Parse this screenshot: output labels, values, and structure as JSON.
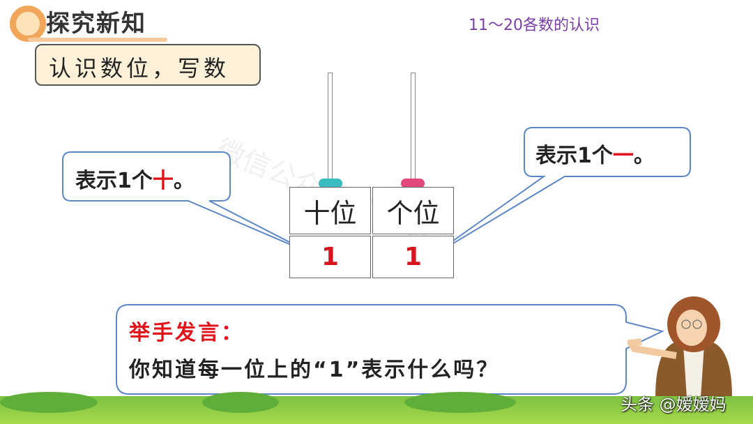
{
  "header": {
    "title": "探究新知",
    "subtitle": "认识数位，写数",
    "topic": "11～20各数的认识"
  },
  "abacus": {
    "tens_label": "十位",
    "ones_label": "个位",
    "tens_digit": "1",
    "ones_digit": "1",
    "tens_bead_color": "#3bbcc0",
    "ones_bead_color": "#e2487a"
  },
  "bubbles": {
    "left": {
      "prefix": "表示1个",
      "highlight": "十",
      "suffix": "。"
    },
    "right": {
      "prefix": "表示1个",
      "highlight": "一",
      "suffix": "。"
    },
    "bottom": {
      "heading": "举手发言：",
      "question": "你知道每一位上的“1”表示什么吗？"
    }
  },
  "watermarks": {
    "center": "微信公众号 小学语数",
    "corner": "头条 @嫒嫒妈"
  },
  "colors": {
    "highlight": "#e1141c",
    "bubble_border": "#5b86c6"
  }
}
